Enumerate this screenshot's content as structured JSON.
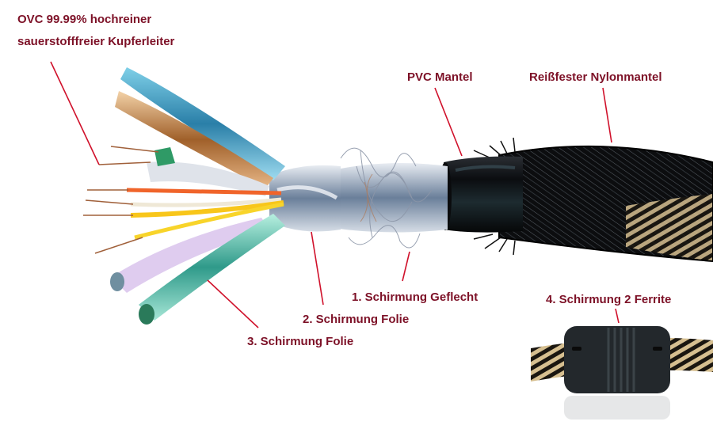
{
  "diagram": {
    "subject": "Kabelaufbau",
    "accent_color": "#7d1127",
    "line_color": "#d0112b",
    "labels": {
      "conductor_line1": "OVC 99.99% hochreiner",
      "conductor_line2": "sauerstofffreier Kupferleiter",
      "pvc": "PVC Mantel",
      "nylon": "Reißfester Nylonmantel",
      "shield1": "1. Schirmung Geflecht",
      "shield2": "2. Schirmung Folie",
      "shield3": "3. Schirmung Folie",
      "shield4": "4. Schirmung 2 Ferrite"
    }
  }
}
